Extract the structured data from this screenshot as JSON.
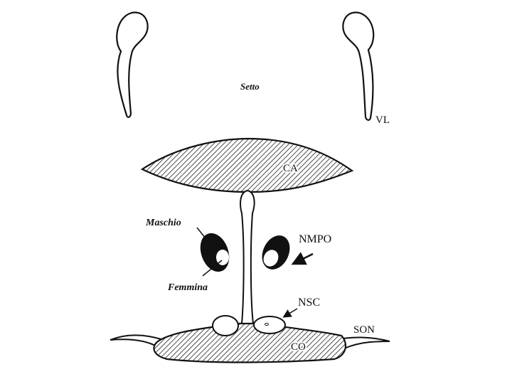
{
  "labels": {
    "septum": "Setto",
    "lateral_ventricle": "VL",
    "anterior_commissure": "CA",
    "male": "Maschio",
    "female": "Femmina",
    "medial_preoptic_nucleus": "NMPO",
    "suprachiasmatic_nucleus": "NSC",
    "supraoptic_nucleus": "SON",
    "optic_chiasm": "CO"
  },
  "colors": {
    "ink": "#111111",
    "background": "#ffffff"
  }
}
